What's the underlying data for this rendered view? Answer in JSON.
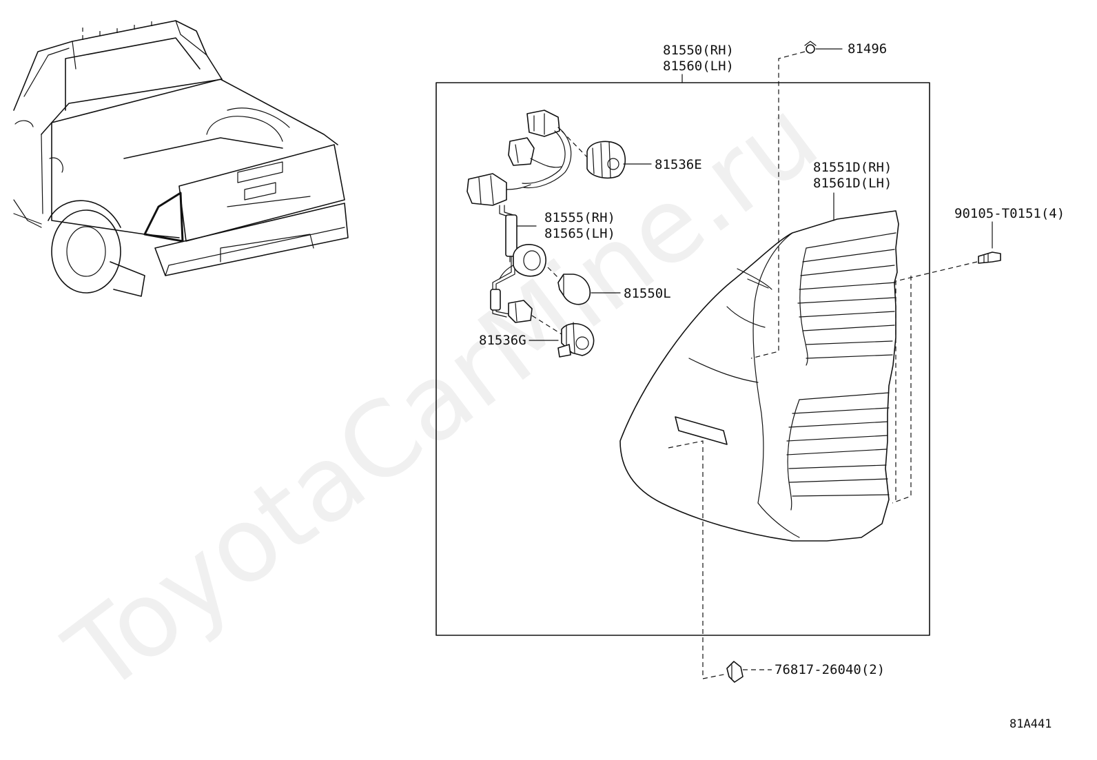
{
  "watermark": "ToyotaCarMine.ru",
  "diagram_code": "81A441",
  "labels": {
    "assy_rh": "81550(RH)",
    "assy_lh": "81560(LH)",
    "clip_top": "81496",
    "socket_e": "81536E",
    "lens_rh": "81551D(RH)",
    "lens_lh": "81561D(LH)",
    "wire_rh": "81555(RH)",
    "wire_lh": "81565(LH)",
    "screw": "90105-T0151(4)",
    "bulb": "81550L",
    "socket_g": "81536G",
    "clip_bottom": "76817-26040(2)"
  }
}
